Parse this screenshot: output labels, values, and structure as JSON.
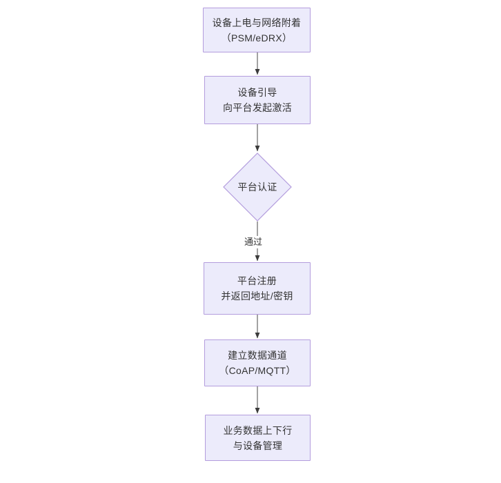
{
  "diagram": {
    "type": "flowchart",
    "orientation": "top-to-bottom",
    "background_color": "#ffffff",
    "node_fill_color": "#ecebfb",
    "node_border_color": "#b39cdd",
    "text_color": "#333333",
    "edge_color": "#444444",
    "nodes": [
      {
        "id": "n1",
        "shape": "rectangle",
        "label": "设备上电与网络附着\n（PSM/eDRX）"
      },
      {
        "id": "n2",
        "shape": "rectangle",
        "label": "设备引导\n向平台发起激活"
      },
      {
        "id": "n3",
        "shape": "diamond",
        "label": "平台认证"
      },
      {
        "id": "n4",
        "shape": "rectangle",
        "label": "平台注册\n并返回地址/密钥"
      },
      {
        "id": "n5",
        "shape": "rectangle",
        "label": "建立数据通道\n（CoAP/MQTT）"
      },
      {
        "id": "n6",
        "shape": "rectangle",
        "label": "业务数据上下行\n与设备管理"
      }
    ],
    "edges": [
      {
        "from": "n1",
        "to": "n2",
        "label": ""
      },
      {
        "from": "n2",
        "to": "n3",
        "label": ""
      },
      {
        "from": "n3",
        "to": "n4",
        "label": "通过"
      },
      {
        "from": "n4",
        "to": "n5",
        "label": ""
      },
      {
        "from": "n5",
        "to": "n6",
        "label": ""
      }
    ]
  }
}
